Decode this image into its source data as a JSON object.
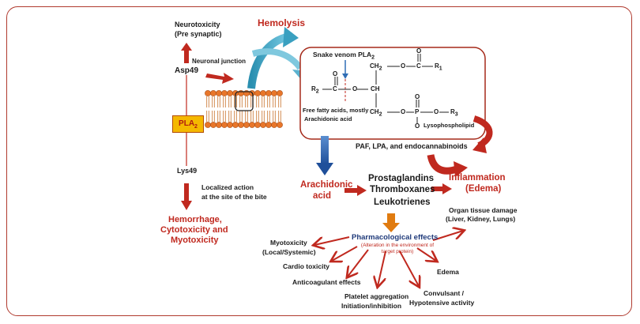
{
  "left": {
    "neurotoxicity": "Neurotoxicity",
    "presynaptic": "(Pre synaptic)",
    "asp49": "Asp49",
    "neuronal_junction": "Neuronal junction",
    "pla": "PLA",
    "pla_sub": "2",
    "lys49": "Lys49",
    "localized1": "Localized action",
    "localized2": "at the site of the bite",
    "hemorrhage1": "Hemorrhage,",
    "hemorrhage2": "Cytotoxicity and",
    "hemorrhage3": "Myotoxicity"
  },
  "top": {
    "hemolysis": "Hemolysis"
  },
  "reaction": {
    "snake_venom": "Snake venom PLA",
    "snake_sub": "2",
    "ffa1": "Free fatty acids, mostly",
    "ffa2": "Arachidonic acid",
    "lyso": "Lysophospholipid",
    "r2": "R",
    "r2_sub": "2",
    "r1": "R",
    "r1_sub": "1",
    "r3": "R",
    "r3_sub": "3",
    "o_top1": "O",
    "o_top2": "O",
    "o_bot": "O",
    "ch2_top": "CH",
    "ch2_sub": "2",
    "ch": "CH",
    "ch2_bot": "CH",
    "p": "P",
    "c1": "C",
    "c2": "C",
    "o_eq1": "O",
    "o_eq2": "O",
    "o_eq3": "O",
    "o_eq4": "O",
    "o_ph": "O"
  },
  "middle": {
    "paf": "PAF, LPA, and endocannabinoids",
    "arachidonic1": "Arachidonic",
    "arachidonic2": "acid",
    "prostaglandins": "Prostaglandins",
    "thromboxanes": "Thromboxanes",
    "leukotrienes": "Leukotrienes",
    "inflammation": "Inflammation",
    "edema_paren": "(Edema)"
  },
  "effects": {
    "pharm": "Pharmacological effects",
    "alteration1": "(Alteration in the environment of",
    "alteration2": "target protein)",
    "organ1": "Organ tissue damage",
    "organ2": "(Liver, Kidney, Lungs)",
    "myo1": "Myotoxicity",
    "myo2": "(Local/Systemic)",
    "cardio": "Cardio toxicity",
    "anticoag": "Anticoagulant effects",
    "platelet1": "Platelet aggregation",
    "platelet2": "Initiation/inhibition",
    "convulsant1": "Convulsant /",
    "convulsant2": "Hypotensive activity",
    "edema": "Edema"
  },
  "colors": {
    "border": "#b03a2e",
    "red_text": "#c0291f",
    "navy_text": "#1f3a7a",
    "blue_arrow": "#2f6db5",
    "teal_arrow": "#3aa0c0",
    "membrane_head": "#e8762a",
    "pla_box": "#f5b800"
  }
}
